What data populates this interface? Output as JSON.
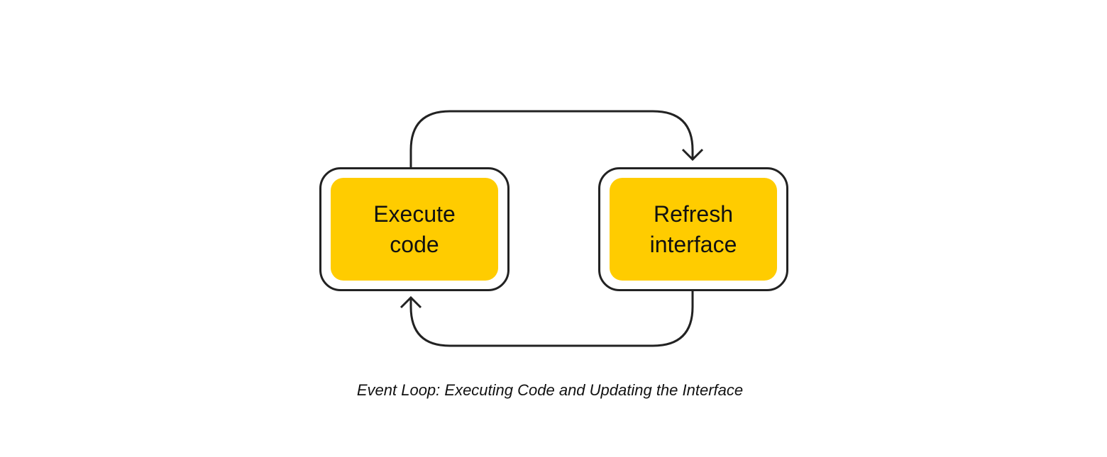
{
  "nodes": {
    "execute": {
      "line1": "Execute",
      "line2": "code"
    },
    "refresh": {
      "line1": "Refresh",
      "line2": "interface"
    }
  },
  "edges": [
    {
      "from": "Execute code",
      "to": "Refresh interface",
      "route": "top"
    },
    {
      "from": "Refresh interface",
      "to": "Execute code",
      "route": "bottom"
    }
  ],
  "caption": "Event Loop: Executing Code and Updating the Interface",
  "colors": {
    "box_fill": "#FFCC00",
    "stroke": "#222222",
    "background": "#FFFFFF",
    "text": "#111111"
  }
}
